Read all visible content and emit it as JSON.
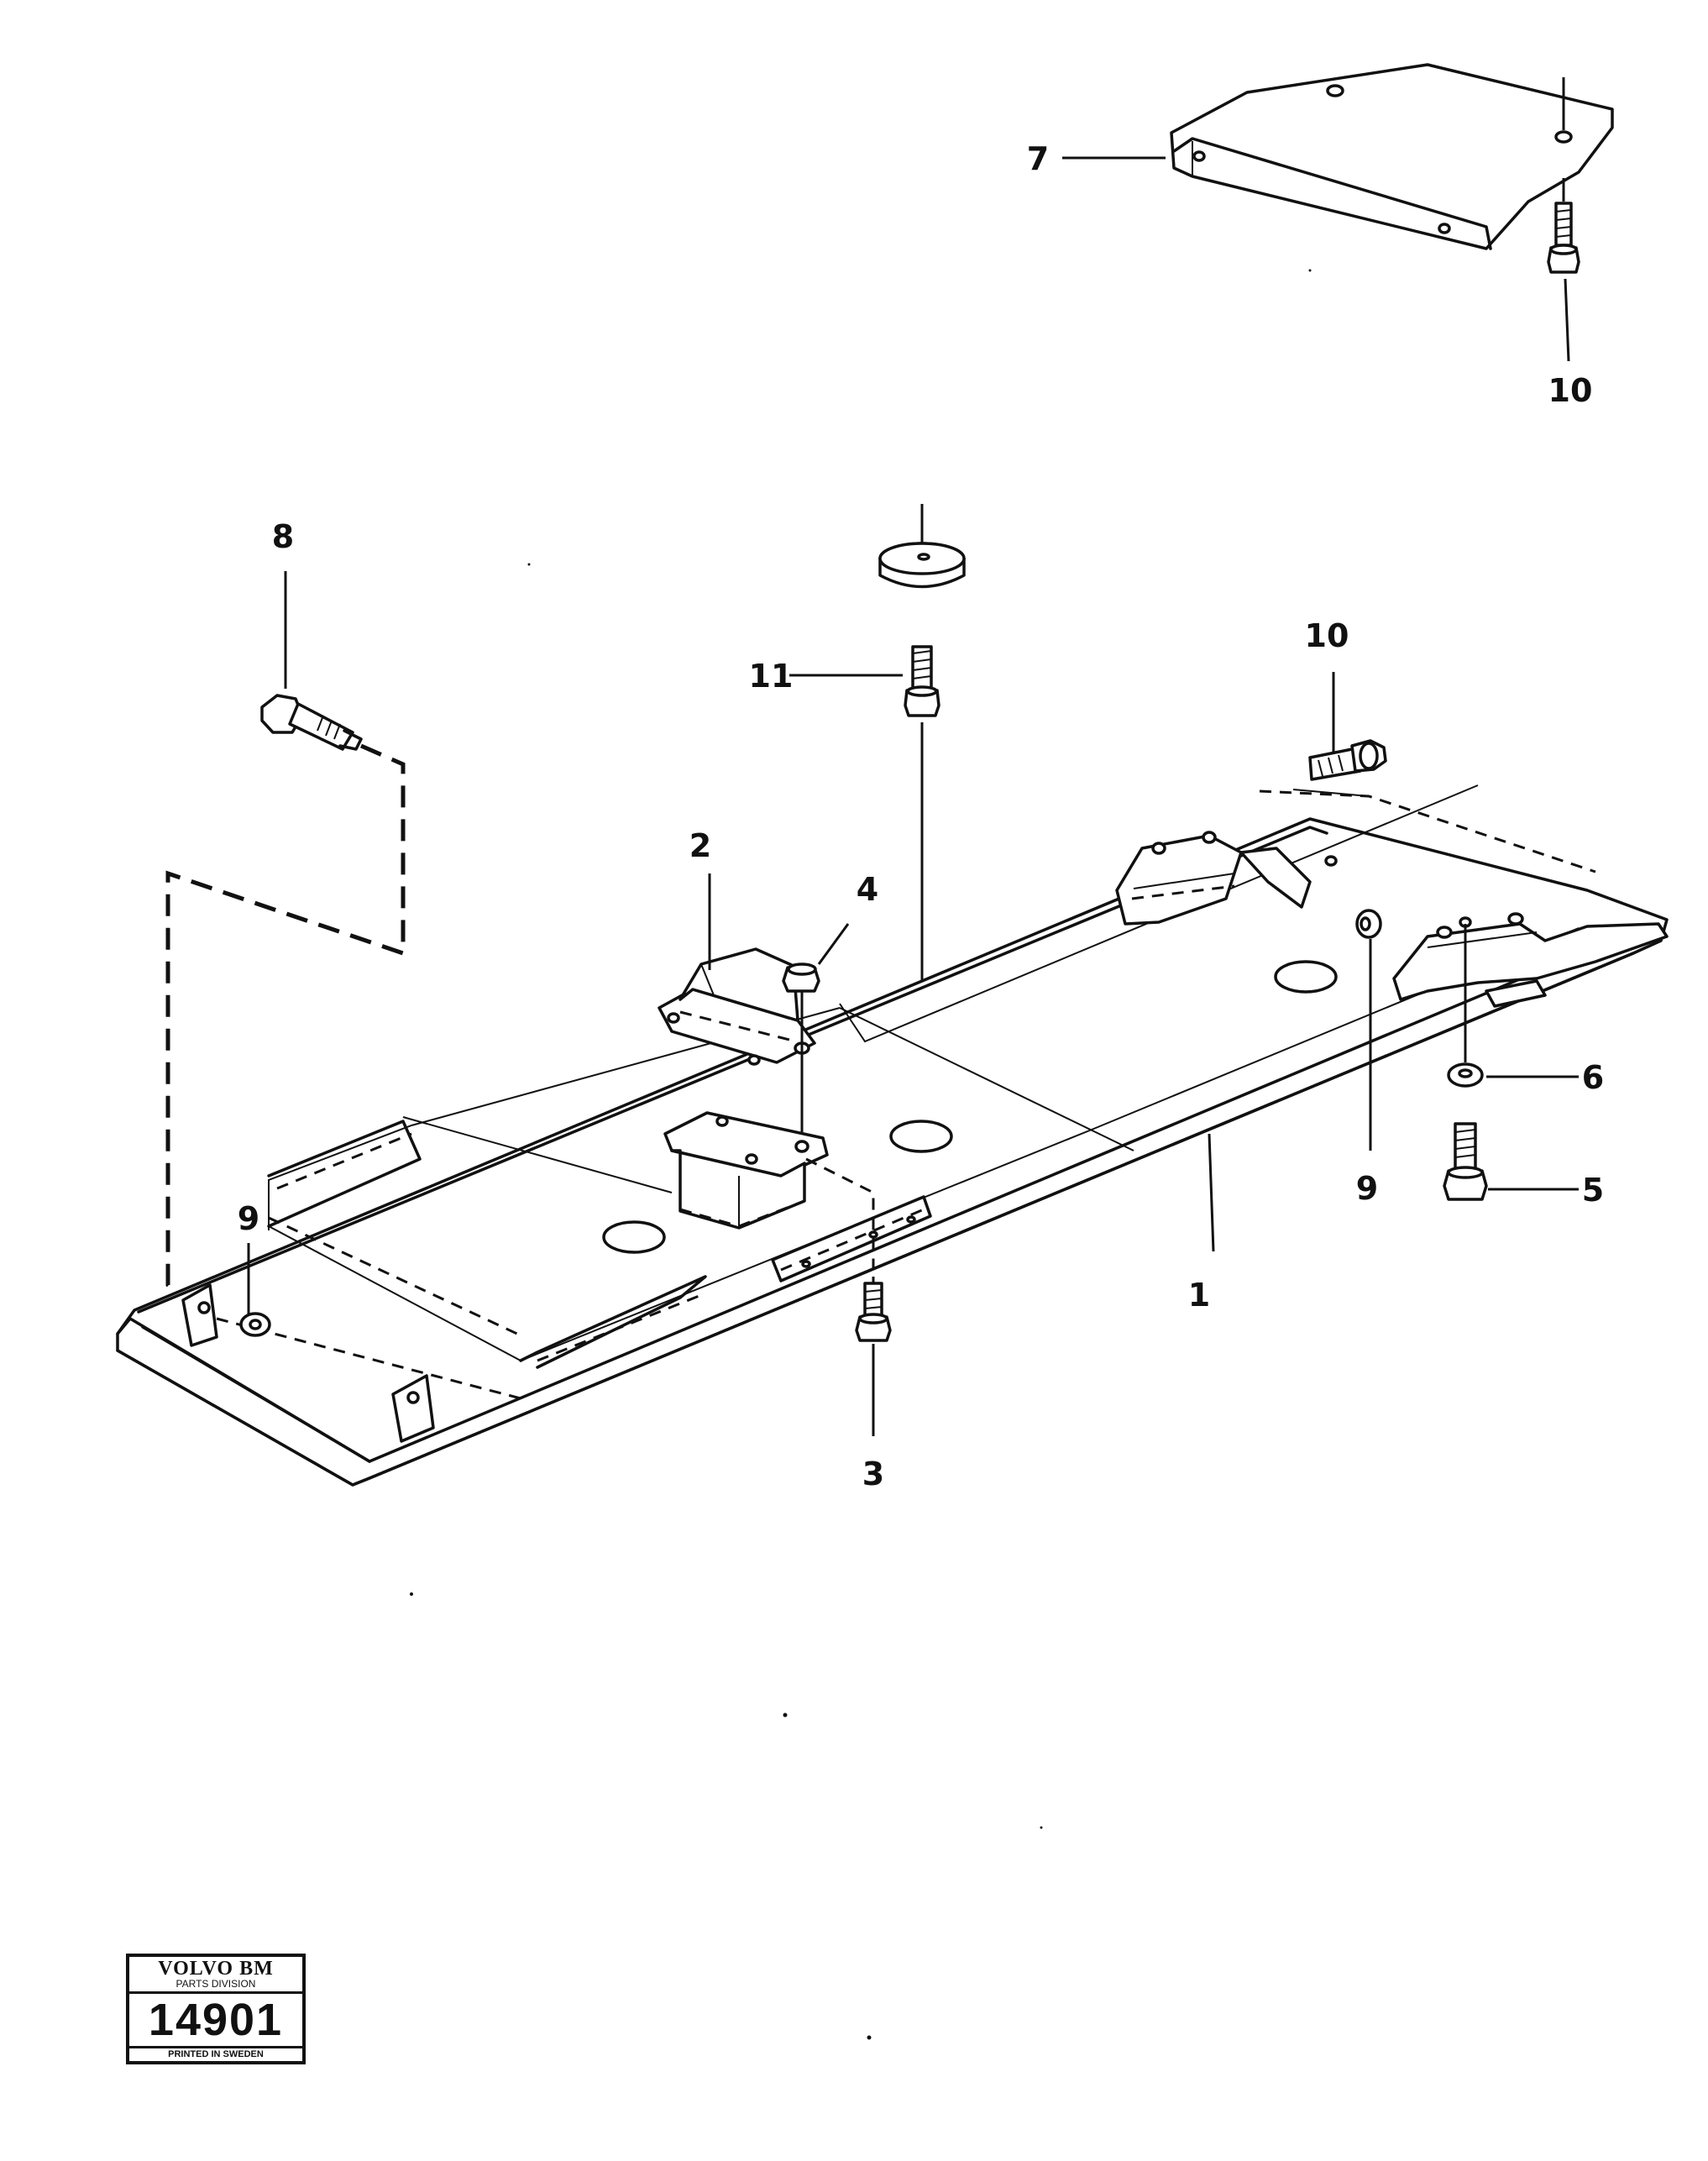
{
  "callouts": {
    "c1": "1",
    "c2": "2",
    "c3": "3",
    "c4": "4",
    "c5": "5",
    "c6": "6",
    "c7": "7",
    "c8": "8",
    "c9a": "9",
    "c9b": "9",
    "c10a": "10",
    "c10b": "10",
    "c11": "11"
  },
  "stamp": {
    "brand": "VOLVO BM",
    "division": "PARTS DIVISION",
    "number": "14901",
    "footer": "PRINTED IN SWEDEN"
  }
}
